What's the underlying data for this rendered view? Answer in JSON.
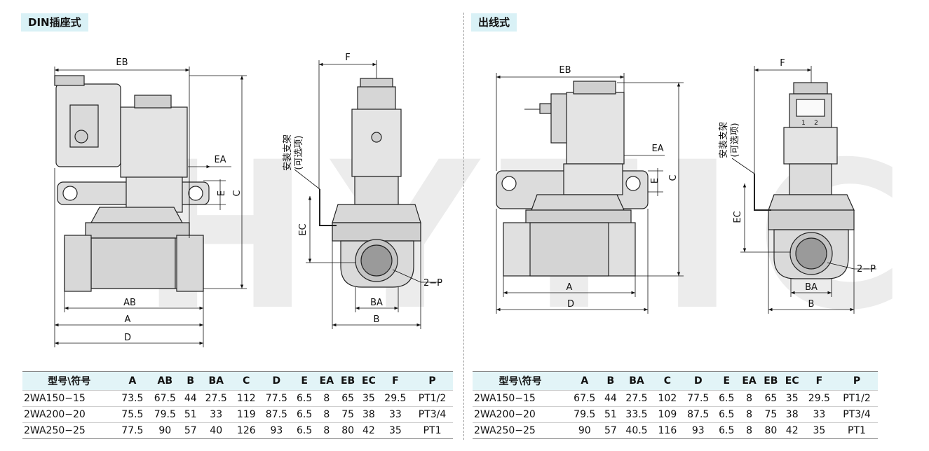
{
  "left_title": "DIN插座式",
  "right_title": "出线式",
  "watermark": "HYTIC",
  "labels": {
    "EB": "EB",
    "F": "F",
    "EA": "EA",
    "E": "E",
    "C": "C",
    "EC": "EC",
    "AB": "AB",
    "A": "A",
    "D": "D",
    "BA": "BA",
    "B": "B",
    "P": "2−P",
    "bracket": "安装支架",
    "optional": "(可选项)",
    "pin1": "1",
    "pin2": "2"
  },
  "left_table": {
    "headers": [
      "型号\\符号",
      "A",
      "AB",
      "B",
      "BA",
      "C",
      "D",
      "E",
      "EA",
      "EB",
      "EC",
      "F",
      "P"
    ],
    "rows": [
      [
        "2WA150−15",
        "73.5",
        "67.5",
        "44",
        "27.5",
        "112",
        "77.5",
        "6.5",
        "8",
        "65",
        "35",
        "29.5",
        "PT1/2"
      ],
      [
        "2WA200−20",
        "75.5",
        "79.5",
        "51",
        "33",
        "119",
        "87.5",
        "6.5",
        "8",
        "75",
        "38",
        "33",
        "PT3/4"
      ],
      [
        "2WA250−25",
        "77.5",
        "90",
        "57",
        "40",
        "126",
        "93",
        "6.5",
        "8",
        "80",
        "42",
        "35",
        "PT1"
      ]
    ]
  },
  "right_table": {
    "headers": [
      "型号\\符号",
      "A",
      "B",
      "BA",
      "C",
      "D",
      "E",
      "EA",
      "EB",
      "EC",
      "F",
      "P"
    ],
    "rows": [
      [
        "2WA150−15",
        "67.5",
        "44",
        "27.5",
        "102",
        "77.5",
        "6.5",
        "8",
        "65",
        "35",
        "29.5",
        "PT1/2"
      ],
      [
        "2WA200−20",
        "79.5",
        "51",
        "33.5",
        "109",
        "87.5",
        "6.5",
        "8",
        "75",
        "38",
        "33",
        "PT3/4"
      ],
      [
        "2WA250−25",
        "90",
        "57",
        "40.5",
        "116",
        "93",
        "6.5",
        "8",
        "80",
        "42",
        "35",
        "PT1"
      ]
    ]
  }
}
